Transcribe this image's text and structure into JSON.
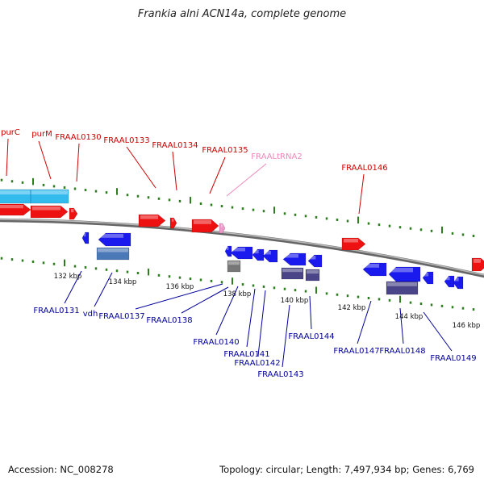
{
  "title": "Frankia alni ACN14a, complete genome",
  "footer": {
    "accession": "Accession: NC_008278",
    "summary": "Topology: circular; Length: 7,497,934 bp; Genes: 6,769"
  },
  "colors": {
    "forward_label": "#cc0000",
    "reverse_label": "#000099",
    "trna_label": "#ee88bb",
    "forward_gene": "#ee1111",
    "reverse_gene": "#1a1aee",
    "rrna_gene": "#33bbee",
    "dark_gene": "#4a4488",
    "gray_gene": "#777777",
    "tick": "#2e7d1e",
    "backbone": "#888888"
  },
  "scale_labels": [
    "132 kbp",
    "134 kbp",
    "136 kbp",
    "138 kbp",
    "140 kbp",
    "142 kbp",
    "144 kbp",
    "146 kbp"
  ],
  "forward_labels": [
    "purC",
    "purM",
    "FRAAL0130",
    "FRAAL0133",
    "FRAAL0134",
    "FRAAL0135",
    "FRAAL0146"
  ],
  "trna_labels": [
    "FRAALtRNA2"
  ],
  "reverse_labels": [
    "FRAAL0131",
    "vdh",
    "FRAAL0137",
    "FRAAL0138",
    "FRAAL0140",
    "FRAAL0141",
    "FRAAL0142",
    "FRAAL0143",
    "FRAAL0144",
    "FRAAL0147",
    "FRAAL0148",
    "FRAAL0149"
  ]
}
